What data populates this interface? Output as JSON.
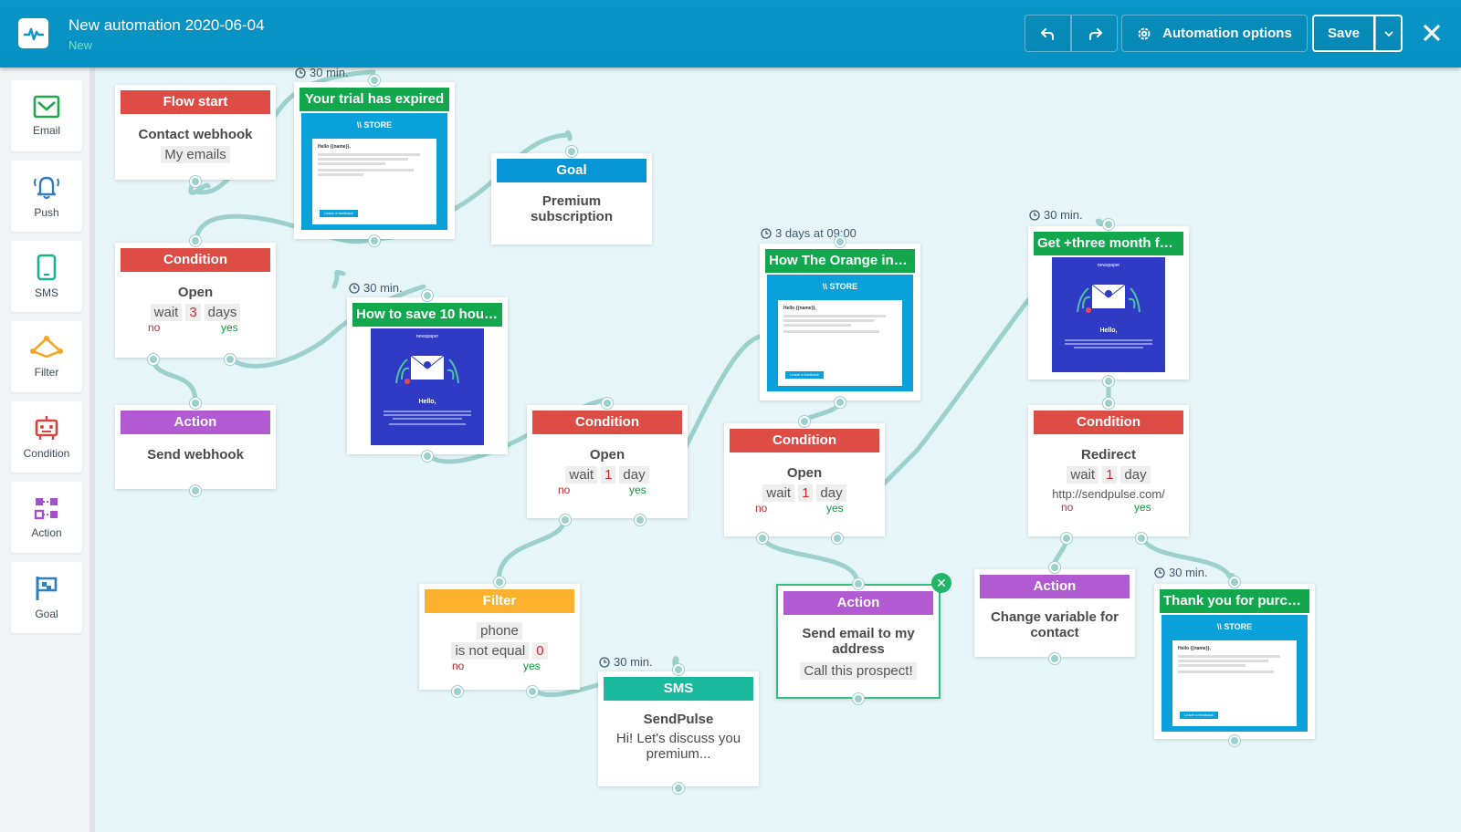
{
  "header": {
    "title": "New automation 2020-06-04",
    "status": "New",
    "automation_options": "Automation options",
    "save": "Save"
  },
  "sidebar": {
    "items": [
      {
        "label": "Email",
        "icon": "email-icon"
      },
      {
        "label": "Push",
        "icon": "bell-icon"
      },
      {
        "label": "SMS",
        "icon": "phone-icon"
      },
      {
        "label": "Filter",
        "icon": "filter-icon"
      },
      {
        "label": "Condition",
        "icon": "robot-icon"
      },
      {
        "label": "Action",
        "icon": "action-icon"
      },
      {
        "label": "Goal",
        "icon": "flag-icon"
      }
    ]
  },
  "nodes": {
    "flow_start": {
      "header": "Flow start",
      "title": "Contact webhook",
      "chip": "My emails"
    },
    "trial_expired": {
      "delay": "30 min.",
      "header": "Your trial has expired"
    },
    "goal": {
      "header": "Goal",
      "line1": "Premium",
      "line2": "subscription"
    },
    "cond1": {
      "header": "Condition",
      "title": "Open",
      "wait": "wait",
      "num": "3",
      "unit": "days",
      "no": "no",
      "yes": "yes"
    },
    "save10": {
      "delay": "30 min.",
      "header": "How to save 10 hour..."
    },
    "action1": {
      "header": "Action",
      "title": "Send webhook"
    },
    "cond2": {
      "header": "Condition",
      "title": "Open",
      "wait": "wait",
      "num": "1",
      "unit": "day",
      "no": "no",
      "yes": "yes"
    },
    "orange": {
      "delay": "3 days at 09:00",
      "header": "How The Orange incr..."
    },
    "cond3": {
      "header": "Condition",
      "title": "Open",
      "wait": "wait",
      "num": "1",
      "unit": "day",
      "no": "no",
      "yes": "yes"
    },
    "three_month": {
      "delay": "30 min.",
      "header": "Get +three month for..."
    },
    "cond4": {
      "header": "Condition",
      "title": "Redirect",
      "wait": "wait",
      "num": "1",
      "unit": "day",
      "url": "http://sendpulse.com/",
      "no": "no",
      "yes": "yes"
    },
    "filter": {
      "header": "Filter",
      "chip1": "phone",
      "chip2": "is not equal",
      "chip3": "0",
      "no": "no",
      "yes": "yes"
    },
    "sms": {
      "delay": "30 min.",
      "header": "SMS",
      "title": "SendPulse",
      "line1": "Hi! Let's discuss you",
      "line2": "premium..."
    },
    "action2": {
      "header": "Action",
      "line1": "Send email to my",
      "line2": "address",
      "chip": "Call this prospect!"
    },
    "action3": {
      "header": "Action",
      "line1": "Change variable for",
      "line2": "contact"
    },
    "thankyou": {
      "delay": "30 min.",
      "header": "Thank you for purcha..."
    }
  },
  "thumbs": {
    "store_brand": "\\\\ STORE",
    "newspaper_brand": "newspaper",
    "hello": "Hello,",
    "greeting": "Hello {{name}},",
    "button": "Leave a feedback"
  },
  "colors": {
    "header_bg": "#0a96c6",
    "canvas_bg": "#e6f6f8",
    "condition": "#de4d45",
    "email": "#13a84e",
    "goal": "#0895d6",
    "action": "#b25ad2",
    "filter": "#fdb22f",
    "sms": "#1ab89c",
    "link": "#9bd0cc"
  }
}
